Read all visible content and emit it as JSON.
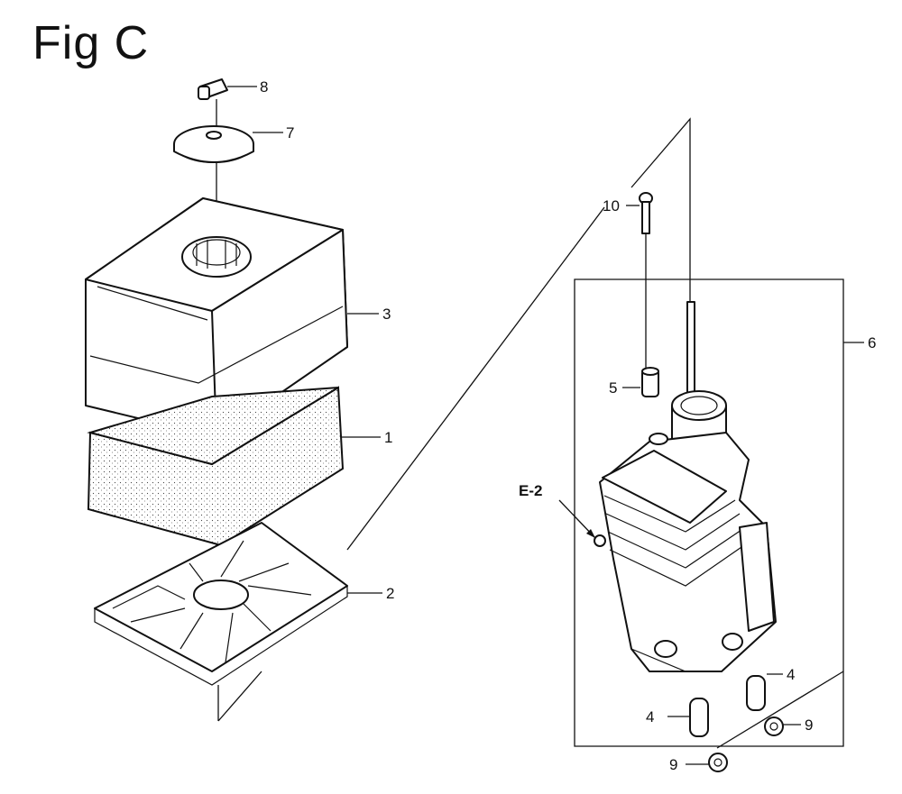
{
  "figure": {
    "title": "Fig C"
  },
  "callouts": {
    "c1": "1",
    "c2": "2",
    "c3": "3",
    "c4a": "4",
    "c4b": "4",
    "c5": "5",
    "c6": "6",
    "c7": "7",
    "c8": "8",
    "c9a": "9",
    "c9b": "9",
    "c10": "10",
    "e2": "E-2"
  }
}
